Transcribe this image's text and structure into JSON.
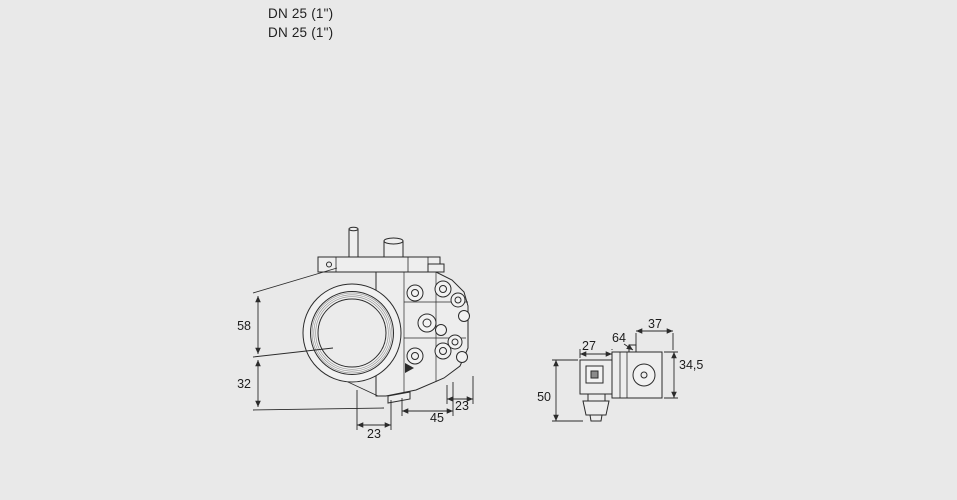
{
  "header": {
    "dn_line1": "DN 25 (1\")",
    "dn_line2": "DN 25 (1\")"
  },
  "dims": {
    "main_height_upper": "58",
    "main_height_lower": "32",
    "main_bottom_left": "23",
    "main_bottom_center": "45",
    "main_bottom_right": "23"
  },
  "act": {
    "connector_width": "27",
    "leader_width": "64",
    "top_width": "37",
    "body_height": "34,5",
    "total_height": "50"
  },
  "colors": {
    "background": "#e9e9e9",
    "line": "#2b2b2b",
    "fill_light": "#ededed"
  }
}
